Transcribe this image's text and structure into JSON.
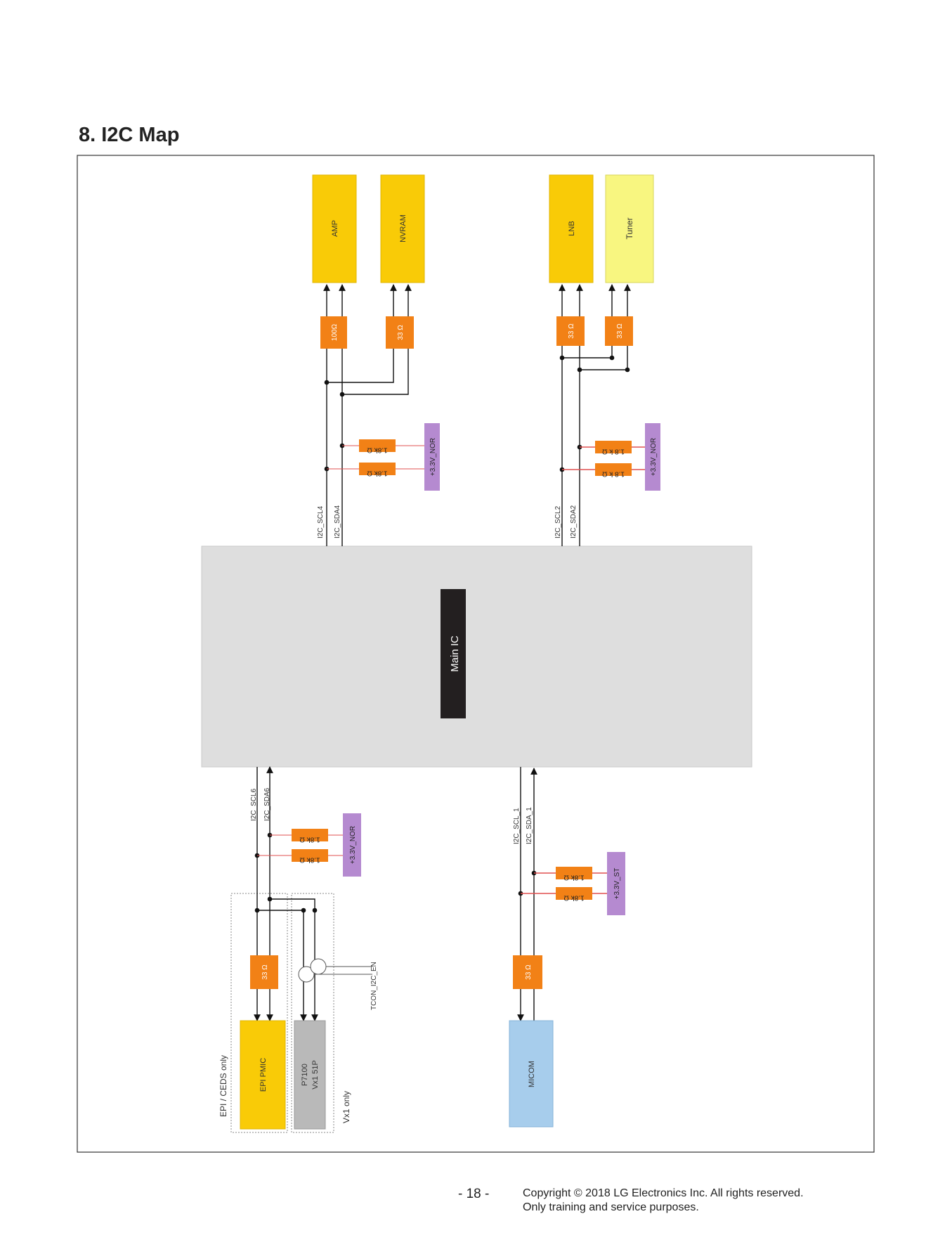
{
  "title": "8. I2C Map",
  "footer": {
    "page_number": "- 18 -",
    "copyright_line1": "Copyright © 2018 LG Electronics Inc. All rights reserved.",
    "copyright_line2": "Only training and service purposes."
  },
  "colors": {
    "chip_yellow": "#f9cb07",
    "tuner_yellow": "#f8f680",
    "resistor_orange": "#f28116",
    "power_purple": "#b58ad0",
    "main_ic_grey": "#dedede",
    "micom_blue": "#a7cdec",
    "connector_grey": "#b9b9b9"
  },
  "diagram": {
    "main_ic": "Main IC",
    "chips": {
      "amp": "AMP",
      "nvram": "NVRAM",
      "lnb": "LNB",
      "tuner": "Tuner",
      "epi_pmic": "EPI PMIC",
      "p7100_line1": "P7100",
      "p7100_line2": "Vx1 51P",
      "micom": "MICOM"
    },
    "series_resistors": {
      "amp": "100Ω",
      "nvram": "33 Ω",
      "lnb": "33 Ω",
      "tuner": "33 Ω",
      "epi": "33 Ω",
      "micom": "33 Ω"
    },
    "pullups": {
      "bus4": [
        "1.8k Ω",
        "1.8k Ω"
      ],
      "bus2": [
        "1.8 k Ω",
        "1.8 k Ω"
      ],
      "bus6": [
        "1.8k Ω",
        "1.8k Ω"
      ],
      "bus1": [
        "1.8k Ω",
        "1.8k Ω"
      ]
    },
    "rails": {
      "bus4": "+3.3V_NOR",
      "bus2": "+3.3V_NOR",
      "bus6": "+3.3V_NOR",
      "bus1": "+3.3V_ST"
    },
    "signals": {
      "scl4": "I2C_SCL4",
      "sda4": "I2C_SDA4",
      "scl2": "I2C_SCL2",
      "sda2": "I2C_SDA2",
      "scl6": "I2C_SCL6",
      "sda6": "I2C_SDA6",
      "scl1": "I2C_SCL_1",
      "sda1": "I2C_SDA_1",
      "tcon_en": "TCON_I2C_EN"
    },
    "notes": {
      "epi_only": "EPI / CEDS only",
      "vx1_only": "Vx1 only"
    }
  }
}
